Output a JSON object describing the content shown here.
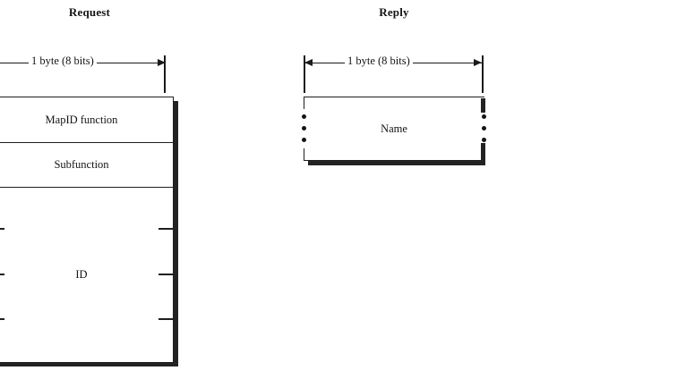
{
  "figure": {
    "kind": "protocol-packet-format-diagram",
    "panels": [
      {
        "id": "request",
        "title": "Request",
        "dimension_label": "1 byte (8 bits)",
        "fields": [
          {
            "label": "MapID function",
            "variable_length": false
          },
          {
            "label": "Subfunction",
            "variable_length": false
          },
          {
            "label": "ID",
            "variable_length": true
          }
        ]
      },
      {
        "id": "reply",
        "title": "Reply",
        "dimension_label": "1 byte (8 bits)",
        "fields": [
          {
            "label": "Name",
            "variable_length": true
          }
        ]
      }
    ]
  },
  "request": {
    "title": "Request",
    "dimension_label": "1 byte (8 bits)",
    "rows": [
      {
        "label": "MapID function"
      },
      {
        "label": "Subfunction"
      },
      {
        "label": "ID"
      }
    ]
  },
  "reply": {
    "title": "Reply",
    "dimension_label": "1 byte (8 bits)",
    "rows": [
      {
        "label": "Name"
      }
    ]
  },
  "colors": {
    "ink": "#1a1a1a",
    "shadow": "#232323",
    "paper": "#ffffff"
  }
}
